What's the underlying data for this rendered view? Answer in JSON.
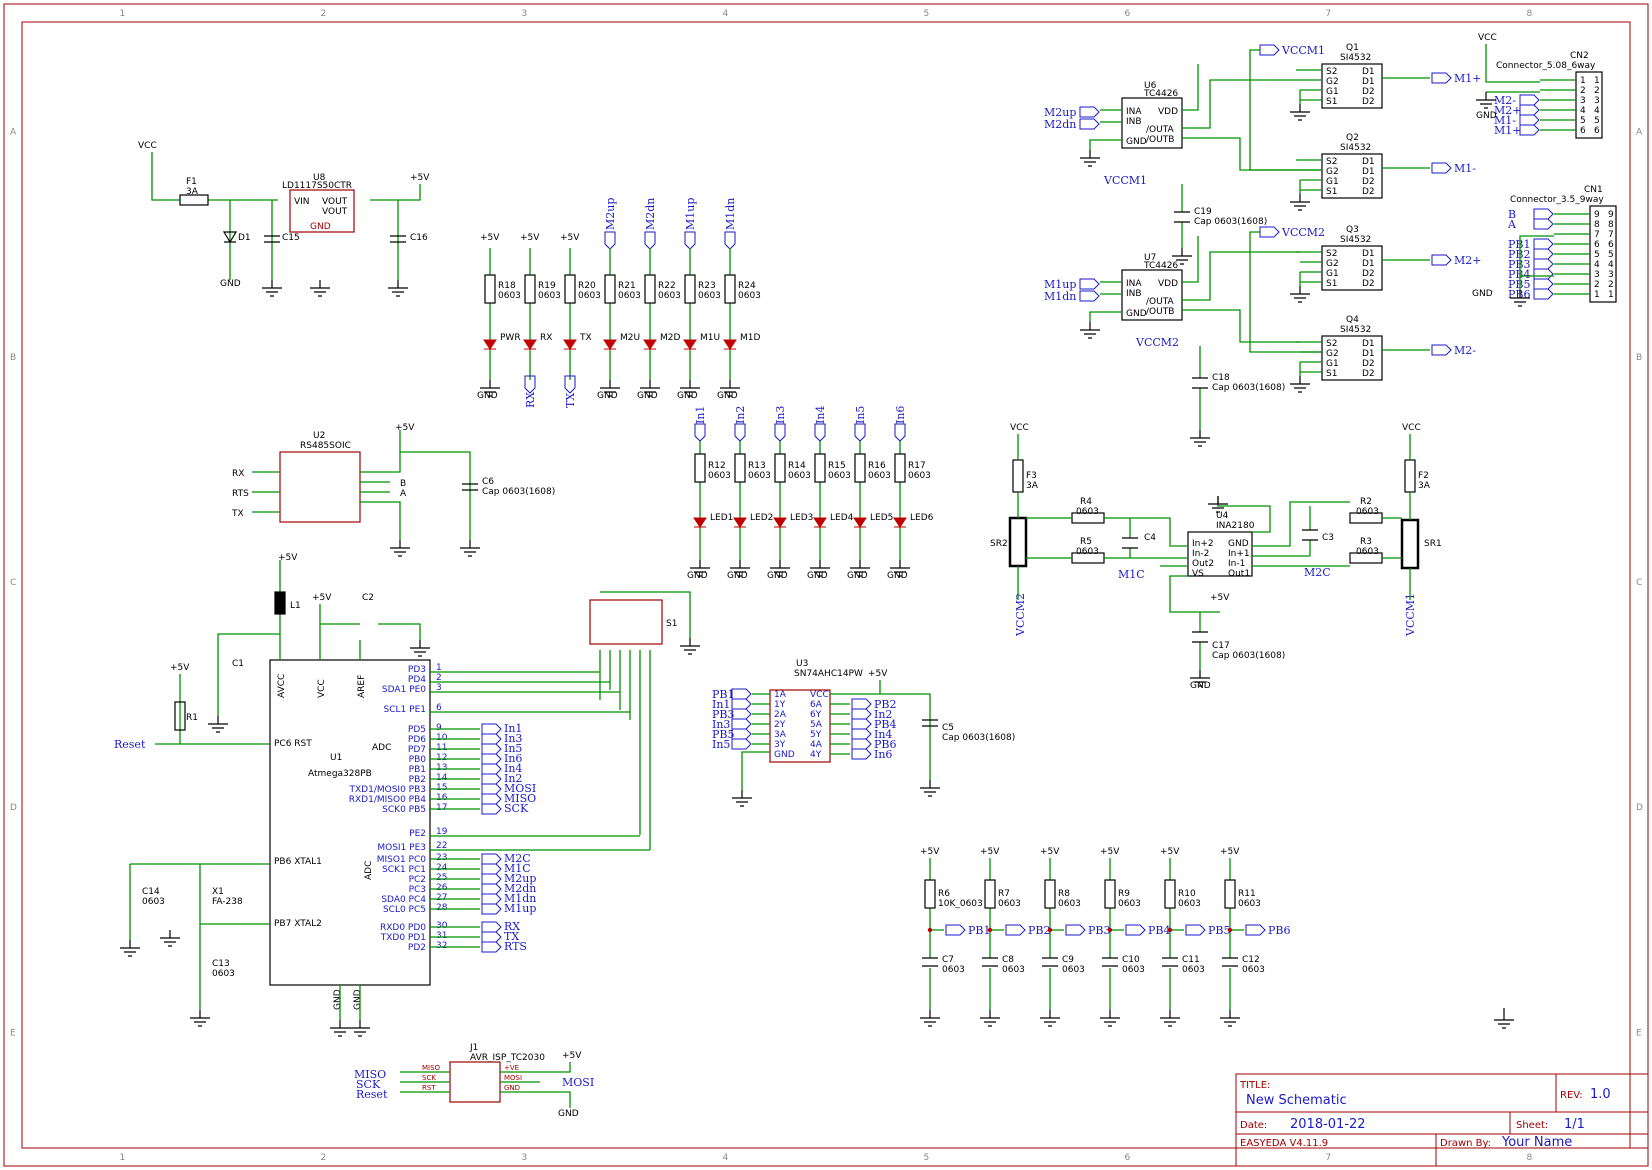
{
  "grid": {
    "cols": [
      "1",
      "2",
      "3",
      "4",
      "5",
      "6",
      "7",
      "8"
    ],
    "rows": [
      "A",
      "B",
      "C",
      "D",
      "E"
    ]
  },
  "power": {
    "vcc": "VCC",
    "gnd": "GND",
    "p5v": "+5V",
    "f1_ref": "F1",
    "f1_val": "3A",
    "d1_ref": "D1",
    "c15_ref": "C15",
    "c16_ref": "C16",
    "u8_ref": "U8",
    "u8_part": "LD1117S50CTR",
    "u8_vin": "VIN",
    "u8_vout": "VOUT"
  },
  "led_top": [
    {
      "net": "+5V",
      "ref": "R18",
      "val": "0603",
      "led": "PWR",
      "bottom": "GND"
    },
    {
      "net": "+5V",
      "ref": "R19",
      "val": "0603",
      "led": "RX",
      "bottom": "RX"
    },
    {
      "net": "+5V",
      "ref": "R20",
      "val": "0603",
      "led": "TX",
      "bottom": "TX"
    },
    {
      "net": "M2up",
      "ref": "R21",
      "val": "0603",
      "led": "M2U",
      "bottom": "GND"
    },
    {
      "net": "M2dn",
      "ref": "R22",
      "val": "0603",
      "led": "M2D",
      "bottom": "GND"
    },
    {
      "net": "M1up",
      "ref": "R23",
      "val": "0603",
      "led": "M1U",
      "bottom": "GND"
    },
    {
      "net": "M1dn",
      "ref": "R24",
      "val": "0603",
      "led": "M1D",
      "bottom": "GND"
    }
  ],
  "led_in": [
    {
      "net": "In1",
      "ref": "R12",
      "val": "0603",
      "led": "LED1"
    },
    {
      "net": "In2",
      "ref": "R13",
      "val": "0603",
      "led": "LED2"
    },
    {
      "net": "In3",
      "ref": "R14",
      "val": "0603",
      "led": "LED3"
    },
    {
      "net": "In4",
      "ref": "R15",
      "val": "0603",
      "led": "LED4"
    },
    {
      "net": "In5",
      "ref": "R16",
      "val": "0603",
      "led": "LED5"
    },
    {
      "net": "In6",
      "ref": "R17",
      "val": "0603",
      "led": "LED6"
    }
  ],
  "rs485": {
    "ref": "U2",
    "part": "RS485SOIC",
    "rx": "RX",
    "rts": "RTS",
    "tx": "TX",
    "a": "A",
    "b": "B",
    "c6_ref": "C6",
    "c6_val": "Cap 0603(1608)"
  },
  "mcu": {
    "ref": "U1",
    "part": "Atmega328PB",
    "avcc": "AVCC",
    "aref": "AREF",
    "pc6": "PC6 RST",
    "pb6": "PB6 XTAL1",
    "pb7": "PB7 XTAL2",
    "adc": "ADC",
    "l1_ref": "L1",
    "c2_ref": "C2",
    "c1_ref": "C1",
    "r1_ref": "R1",
    "reset": "Reset",
    "c14_ref": "C14",
    "c14_val": "0603",
    "x1_ref": "X1",
    "x1_val": "FA-238",
    "c13_ref": "C13",
    "c13_val": "0603",
    "pins": [
      {
        "num": "1",
        "name": "PD3",
        "net": ""
      },
      {
        "num": "2",
        "name": "PD4",
        "net": ""
      },
      {
        "num": "3",
        "name": "SDA1 PE0",
        "net": ""
      },
      {
        "num": "6",
        "name": "SCL1 PE1",
        "net": ""
      },
      {
        "num": "9",
        "name": "PD5",
        "net": "In1"
      },
      {
        "num": "10",
        "name": "PD6",
        "net": "In3"
      },
      {
        "num": "11",
        "name": "PD7",
        "net": "In5"
      },
      {
        "num": "12",
        "name": "PB0",
        "net": "In6"
      },
      {
        "num": "13",
        "name": "PB1",
        "net": "In4"
      },
      {
        "num": "14",
        "name": "PB2",
        "net": "In2"
      },
      {
        "num": "15",
        "name": "TXD1/MOSI0 PB3",
        "net": "MOSI"
      },
      {
        "num": "16",
        "name": "RXD1/MISO0 PB4",
        "net": "MISO"
      },
      {
        "num": "17",
        "name": "SCK0 PB5",
        "net": "SCK"
      },
      {
        "num": "19",
        "name": "PE2",
        "net": ""
      },
      {
        "num": "22",
        "name": "MOSI1 PE3",
        "net": ""
      },
      {
        "num": "23",
        "name": "MISO1 PC0",
        "net": "M2C"
      },
      {
        "num": "24",
        "name": "SCK1 PC1",
        "net": "M1C"
      },
      {
        "num": "25",
        "name": "PC2",
        "net": "M2up"
      },
      {
        "num": "26",
        "name": "PC3",
        "net": "M2dn"
      },
      {
        "num": "27",
        "name": "SDA0 PC4",
        "net": "M1dn"
      },
      {
        "num": "28",
        "name": "SCL0 PC5",
        "net": "M1up"
      },
      {
        "num": "30",
        "name": "RXD0 PD0",
        "net": "RX"
      },
      {
        "num": "31",
        "name": "TXD0 PD1",
        "net": "TX"
      },
      {
        "num": "32",
        "name": "PD2",
        "net": "RTS"
      }
    ]
  },
  "dip": {
    "ref": "S1"
  },
  "schmitt": {
    "ref": "U3",
    "part": "SN74AHC14PW",
    "c5_ref": "C5",
    "c5_val": "Cap 0603(1608)",
    "left": [
      {
        "net": "PB1",
        "pin": "1A"
      },
      {
        "net": "In1",
        "pin": "1Y"
      },
      {
        "net": "PB3",
        "pin": "2A"
      },
      {
        "net": "In3",
        "pin": "2Y"
      },
      {
        "net": "PB5",
        "pin": "3A"
      },
      {
        "net": "In5",
        "pin": "3Y"
      },
      {
        "net": "",
        "pin": "GND"
      }
    ],
    "right": [
      {
        "net": "",
        "pin": "VCC"
      },
      {
        "net": "PB2",
        "pin": "6A"
      },
      {
        "net": "In2",
        "pin": "6Y"
      },
      {
        "net": "PB4",
        "pin": "5A"
      },
      {
        "net": "In4",
        "pin": "5Y"
      },
      {
        "net": "PB6",
        "pin": "4A"
      },
      {
        "net": "In6",
        "pin": "4Y"
      }
    ]
  },
  "isp": {
    "ref": "J1",
    "part": "AVR_ISP_TC2030",
    "miso": "MISO",
    "sck": "SCK",
    "rst": "RST",
    "ve": "+VE",
    "mosi": "MOSI",
    "n_miso": "MISO",
    "n_sck": "SCK",
    "n_mosi": "MOSI"
  },
  "motor": {
    "drivers": [
      {
        "ref": "U6",
        "part": "TC4426",
        "in_a": "M2up",
        "in_b": "M2dn",
        "vcc_net": "VCCM1",
        "cap_ref": "C19",
        "cap_val": "Cap 0603(1608)"
      },
      {
        "ref": "U7",
        "part": "TC4426",
        "in_a": "M1up",
        "in_b": "M1dn",
        "vcc_net": "VCCM2",
        "cap_ref": "C18",
        "cap_val": "Cap 0603(1608)"
      }
    ],
    "driver_pins": {
      "ina": "INA",
      "inb": "INB",
      "gnd": "GND",
      "vdd": "VDD",
      "outa": "/OUTA",
      "outb": "/OUTB"
    },
    "mosfets": [
      {
        "ref": "Q1",
        "part": "SI4532",
        "net": "M1+",
        "supply": "VCCM1"
      },
      {
        "ref": "Q2",
        "part": "SI4532",
        "net": "M1-",
        "supply": ""
      },
      {
        "ref": "Q3",
        "part": "SI4532",
        "net": "M2+",
        "supply": "VCCM2"
      },
      {
        "ref": "Q4",
        "part": "SI4532",
        "net": "M2-",
        "supply": ""
      }
    ],
    "mosfet_left": [
      "S2",
      "G2",
      "G1",
      "S1"
    ],
    "mosfet_right": [
      "D1",
      "D1",
      "D2",
      "D2"
    ],
    "cn2": {
      "ref": "CN2",
      "part": "Connector_5.08_6way",
      "nets": [
        "",
        "",
        "M2-",
        "M2+",
        "M1-",
        "M1+"
      ]
    },
    "cn1": {
      "ref": "CN1",
      "part": "Connector_3.5_9way",
      "nets": [
        "B",
        "A",
        "",
        "PB1",
        "PB2",
        "PB3",
        "PB4",
        "PB5",
        "PB6"
      ]
    }
  },
  "sense": {
    "u4_ref": "U4",
    "u4_part": "INA2180",
    "in2p": "In+2",
    "in2n": "In-2",
    "out2": "Out2",
    "vs": "VS",
    "in1p": "In+1",
    "in1n": "In-1",
    "out1": "Out1",
    "sr1": "SR1",
    "sr2": "SR2",
    "f2_ref": "F2",
    "f2_val": "3A",
    "f3_ref": "F3",
    "f3_val": "3A",
    "r2_ref": "R2",
    "r3_ref": "R3",
    "r4_ref": "R4",
    "r5_ref": "R5",
    "r_val": "0603",
    "c3_ref": "C3",
    "c4_ref": "C4",
    "m1c": "M1C",
    "m2c": "M2C",
    "c17_ref": "C17",
    "c17_val": "Cap 0603(1608)",
    "vccm1": "VCCM1",
    "vccm2": "VCCM2"
  },
  "pullups": [
    {
      "r": "R6",
      "rv": "10K_0603",
      "c": "C7",
      "cv": "0603",
      "net": "PB1"
    },
    {
      "r": "R7",
      "rv": "0603",
      "c": "C8",
      "cv": "0603",
      "net": "PB2"
    },
    {
      "r": "R8",
      "rv": "0603",
      "c": "C9",
      "cv": "0603",
      "net": "PB3"
    },
    {
      "r": "R9",
      "rv": "0603",
      "c": "C10",
      "cv": "0603",
      "net": "PB4"
    },
    {
      "r": "R10",
      "rv": "0603",
      "c": "C11",
      "cv": "0603",
      "net": "PB5"
    },
    {
      "r": "R11",
      "rv": "0603",
      "c": "C12",
      "cv": "0603",
      "net": "PB6"
    }
  ],
  "title_block": {
    "title_label": "TITLE:",
    "title": "New Schematic",
    "rev_label": "REV:",
    "rev": "1.0",
    "date_label": "Date:",
    "date": "2018-01-22",
    "sheet_label": "Sheet:",
    "sheet": "1/1",
    "tool": "EASYEDA V4.11.9",
    "drawn_label": "Drawn By:",
    "drawn_by": "Your Name"
  }
}
